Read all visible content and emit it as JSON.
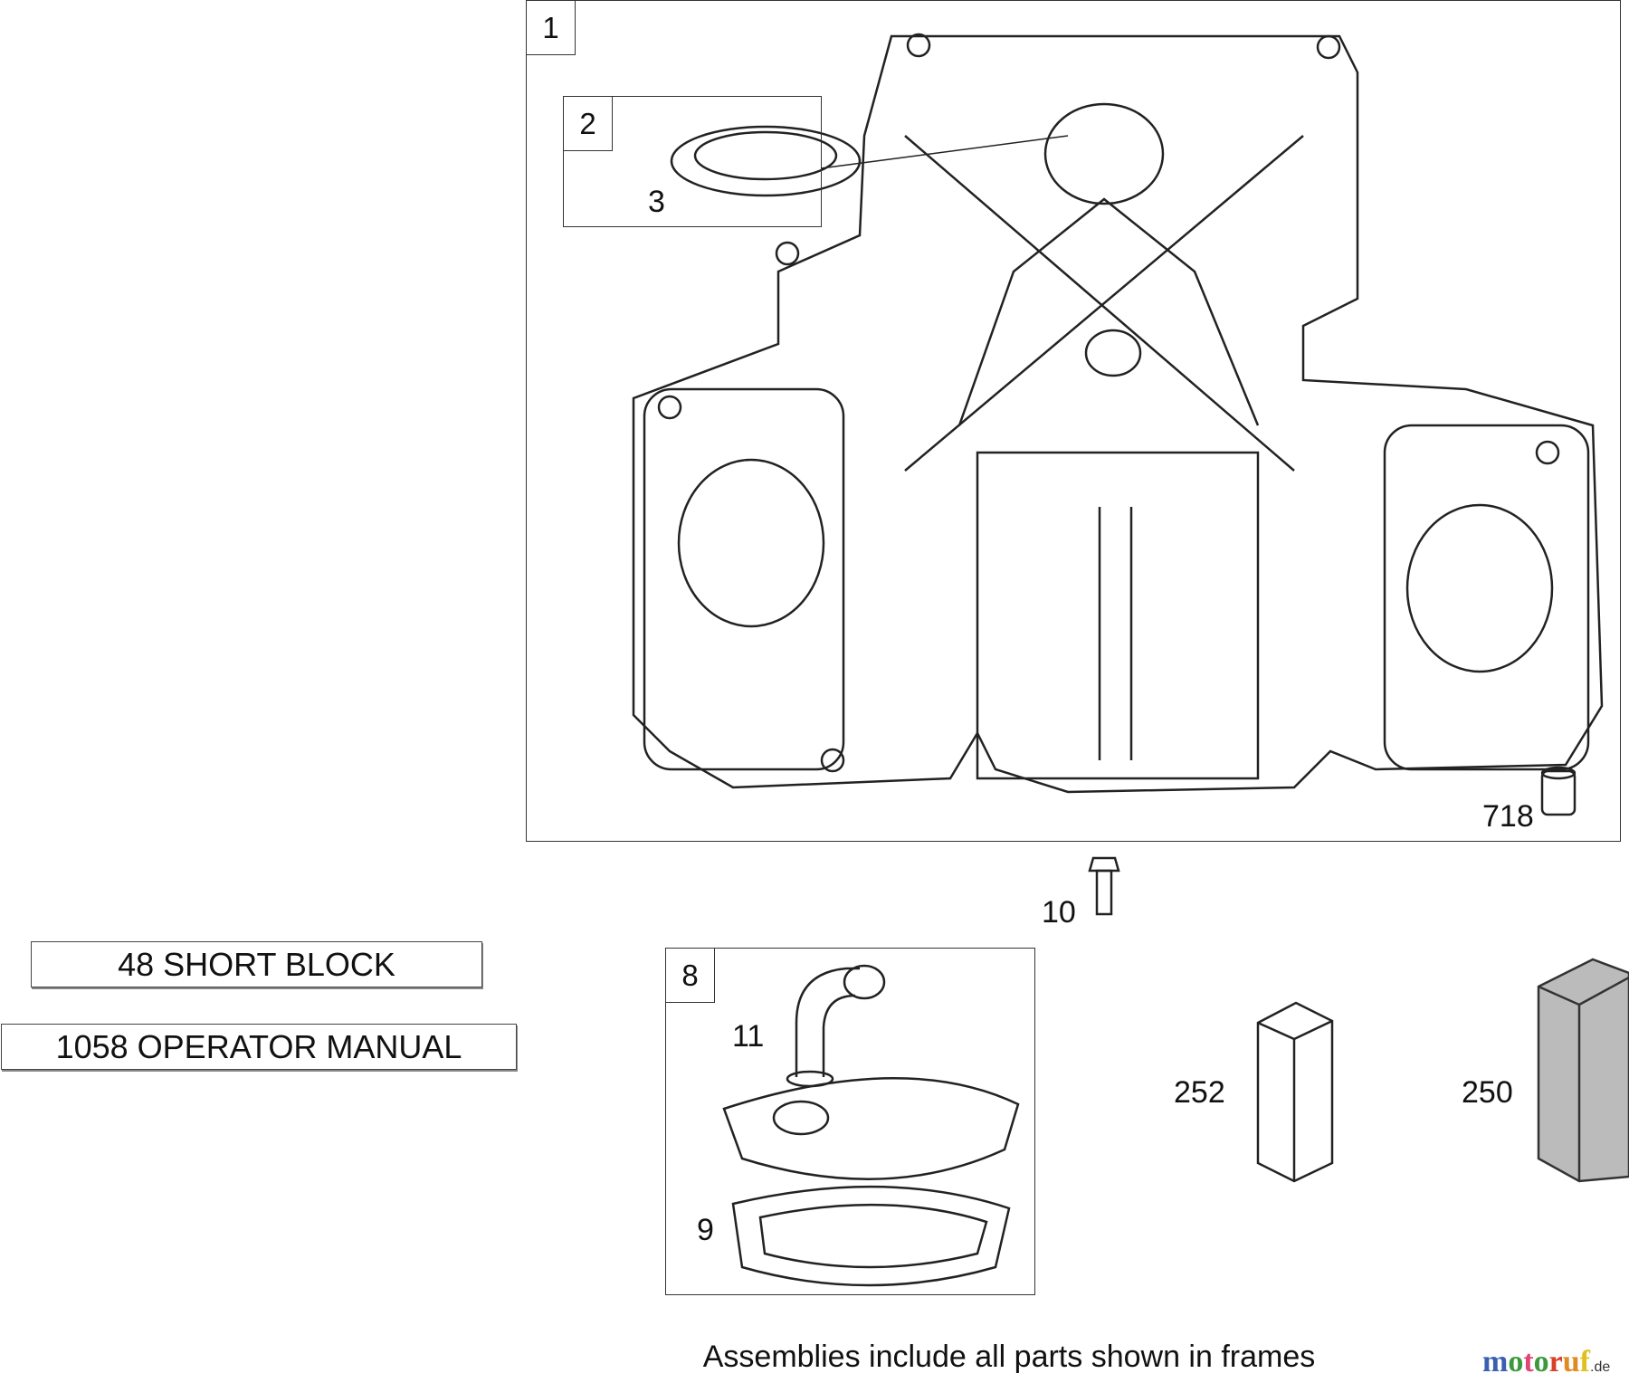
{
  "frames": {
    "frame_1": {
      "label": "1"
    },
    "frame_2": {
      "label": "2"
    },
    "frame_8": {
      "label": "8"
    }
  },
  "callouts": {
    "part_3": "3",
    "part_718": "718",
    "part_10": "10",
    "part_11": "11",
    "part_9": "9",
    "part_252": "252",
    "part_250": "250"
  },
  "notes": {
    "short_block": "48 SHORT BLOCK",
    "operator_manual": "1058 OPERATOR MANUAL"
  },
  "caption": "Assemblies include all parts shown in frames",
  "watermark": {
    "letters": [
      "m",
      "o",
      "t",
      "o",
      "r",
      "u",
      "f"
    ],
    "colors": [
      "#3a5fb0",
      "#3a9a3a",
      "#e0457a",
      "#3a9a3a",
      "#d8402a",
      "#e08a20",
      "#e0c020"
    ],
    "suffix": ".de"
  }
}
